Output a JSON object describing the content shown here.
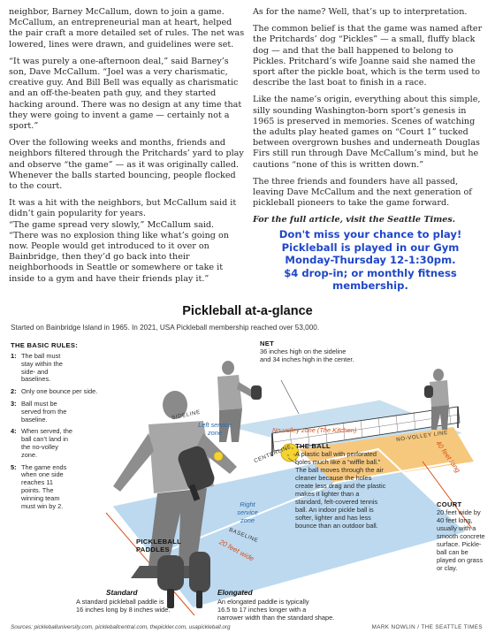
{
  "article": {
    "left_paragraphs": [
      "neighbor, Barney McCallum, down to join a game. McCallum, an entrepreneurial man at heart, helped the pair craft a more detailed set of rules. The net was lowered, lines were drawn, and guidelines were set.",
      "“It was purely a one-afternoon deal,” said Barney’s son, Dave McCallum. “Joel was a very charismatic, creative guy. And Bill Bell was equally as charismatic and an off-the-beaten path guy, and they started hacking around. There was no design at any time that they were going to invent a game — certainly not a sport.”",
      "Over the following weeks and months, friends and neighbors filtered through the Pritchards’ yard to play and observe “the game” — as it was originally called. Whenever the balls started bouncing, people flocked to the court.",
      "It was a hit with the neighbors, but McCallum said it didn’t gain popularity for years.",
      "“The game spread very slowly,” McCallum said. “There was no explosion thing like what’s going on now. People would get introduced to it over on Bainbridge, then they’d go back into their neighborhoods in Seattle or somewhere or take it inside to a gym and have their friends play it.”"
    ],
    "right_paragraphs": [
      "As for the name? Well, that’s up to interpretation.",
      "The common belief is that the game was named after the Pritchards’ dog “Pickles” — a small, fluffy black dog — and that the ball happened to belong to Pickles. Pritchard’s wife Joanne said she named the sport after the pickle boat, which is the term used to describe the last boat to finish in a race.",
      "Like the name’s origin, everything about this simple, silly sounding Washington-born sport’s genesis in 1965 is preserved in memories. Scenes of watching the adults play heated games on “Court 1” tucked between overgrown bushes and underneath Douglas Firs still run through Dave McCallum’s mind, but he cautions “none of this is written down.”",
      "The three friends and founders have all passed, leaving Dave McCallum and the next generation of pickleball pioneers to take the game forward."
    ],
    "full_article": "For the full article, visit the Seattle Times."
  },
  "promo": {
    "line1": "Don't miss your chance to play!",
    "line2": "Pickleball is played in our Gym",
    "line3": "Monday-Thursday 12-1:30pm.",
    "line4": "$4 drop-in; or monthly fitness",
    "line5": "membership."
  },
  "infographic": {
    "title": "Pickleball at-a-glance",
    "subtitle": "Started on Bainbridge Island in 1965. In 2021, USA Pickleball membership reached over 53,000.",
    "basic_rules_heading": "THE BASIC RULES:",
    "rules": [
      {
        "num": "1:",
        "text": "The ball must stay within the side- and baselines."
      },
      {
        "num": "2:",
        "text": "Only one bounce per side."
      },
      {
        "num": "3:",
        "text": "Ball must be served from the baseline."
      },
      {
        "num": "4:",
        "text": "When served, the ball can’t land in the no-volley zone."
      },
      {
        "num": "5:",
        "text": "The game ends when one side reaches 11 points. The winning team must win by 2."
      }
    ],
    "net_heading": "NET",
    "net_text_1": "36 inches high on the sideline",
    "net_text_2": "and 34 inches high in the center.",
    "ball_heading": "THE BALL",
    "ball_text": [
      "A plastic ball with perforated",
      "holes much like a “wiffle ball.”",
      "The ball moves through the air",
      "cleaner because the holes",
      "create less drag and the plastic",
      "makes it lighter than a",
      "standard, felt-covered tennis",
      "ball. An indoor pickle ball is",
      "softer, lighter and has less",
      "bounce than an outdoor ball."
    ],
    "court_heading": "COURT",
    "court_text": [
      "20 feet wide by",
      "40 feet long,",
      "usually with a",
      "smooth concrete",
      "surface. Pickle-",
      "ball can be",
      "played on grass",
      "or clay."
    ],
    "paddles_heading_1": "PICKLEBALL",
    "paddles_heading_2": "PADDLES",
    "standard_heading": "Standard",
    "standard_text_1": "A standard pickleball paddle is",
    "standard_text_2": "16 inches long by 8 inches wide.",
    "elongated_heading": "Elongated",
    "elongated_text_1": "An elongated paddle is typically",
    "elongated_text_2": "16.5 to 17 inches longer with a",
    "elongated_text_3": "narrower width than the standard shape.",
    "court_labels": {
      "sideline": "SIDELINE",
      "centerline": "CENTERLINE",
      "baseline": "BASELINE",
      "kitchen": "No-volley zone (The Kitchen)",
      "no_volley_line": "NO-VOLLEY LINE",
      "left_service_1": "Left service",
      "left_service_2": "zone",
      "right_service_1": "Right",
      "right_service_2": "service",
      "right_service_3": "zone",
      "width": "20 feet wide",
      "length": "40 feet long"
    },
    "source": "Sources: pickleballuniversity.com, pickleballcentral.com, thepickler.com, usapickleball.org",
    "credit": "MARK NOWLIN / THE SEATTLE TIMES",
    "colors": {
      "court_blue": "#bcd9ef",
      "kitchen_orange": "#f6c87e",
      "ball_yellow": "#f5d431",
      "lines": "#ffffff",
      "label_orange": "#d9501b",
      "label_blue": "#2c66a8"
    }
  }
}
